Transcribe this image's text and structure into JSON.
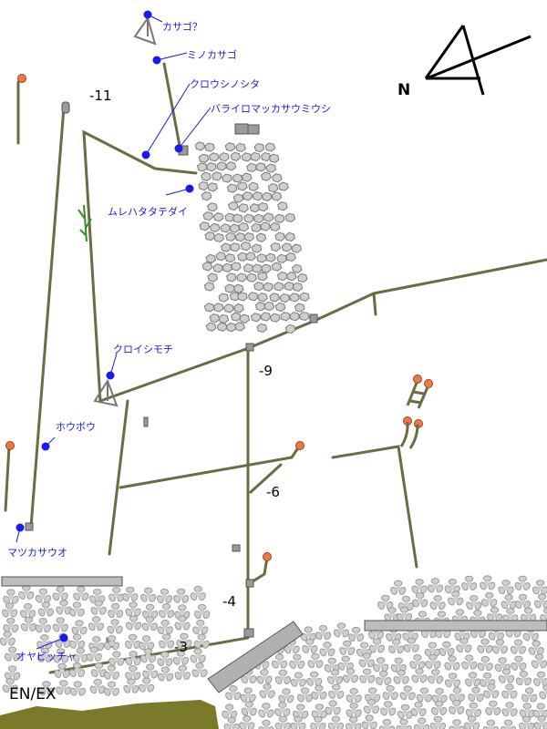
{
  "species_labels": [
    {
      "text": "カサゴ？"
    },
    {
      "text": "ミノカサゴ"
    },
    {
      "text": "クロウシノシタ"
    },
    {
      "text": "バライロマッカサウミウシ"
    },
    {
      "text": "ムレハタタテダイ"
    },
    {
      "text": "クロイシモチ"
    },
    {
      "text": "ホウボウ"
    },
    {
      "text": "マツカサウオ"
    },
    {
      "text": "オヤビッチャ"
    }
  ],
  "depth_labels": [
    "-11",
    "-9",
    "-6",
    "-4",
    "-3"
  ],
  "entry_exit_label": "EN/EX",
  "compass": {
    "letter": "N",
    "glyph": "4"
  },
  "colors": {
    "rope": "#6b6b45",
    "species_dot": "#1a1aee",
    "buoy": "#f07845",
    "rock": "#cfcfcf",
    "rock_outline": "#7a7a7a",
    "sand": "#7a7a2a",
    "seaweed": "#3a8a2a"
  },
  "icons": [
    "buoy-icon",
    "rock-pile-icon",
    "tetrapod-icon",
    "pyramid-reef-icon",
    "seaweed-icon",
    "compass-icon"
  ]
}
